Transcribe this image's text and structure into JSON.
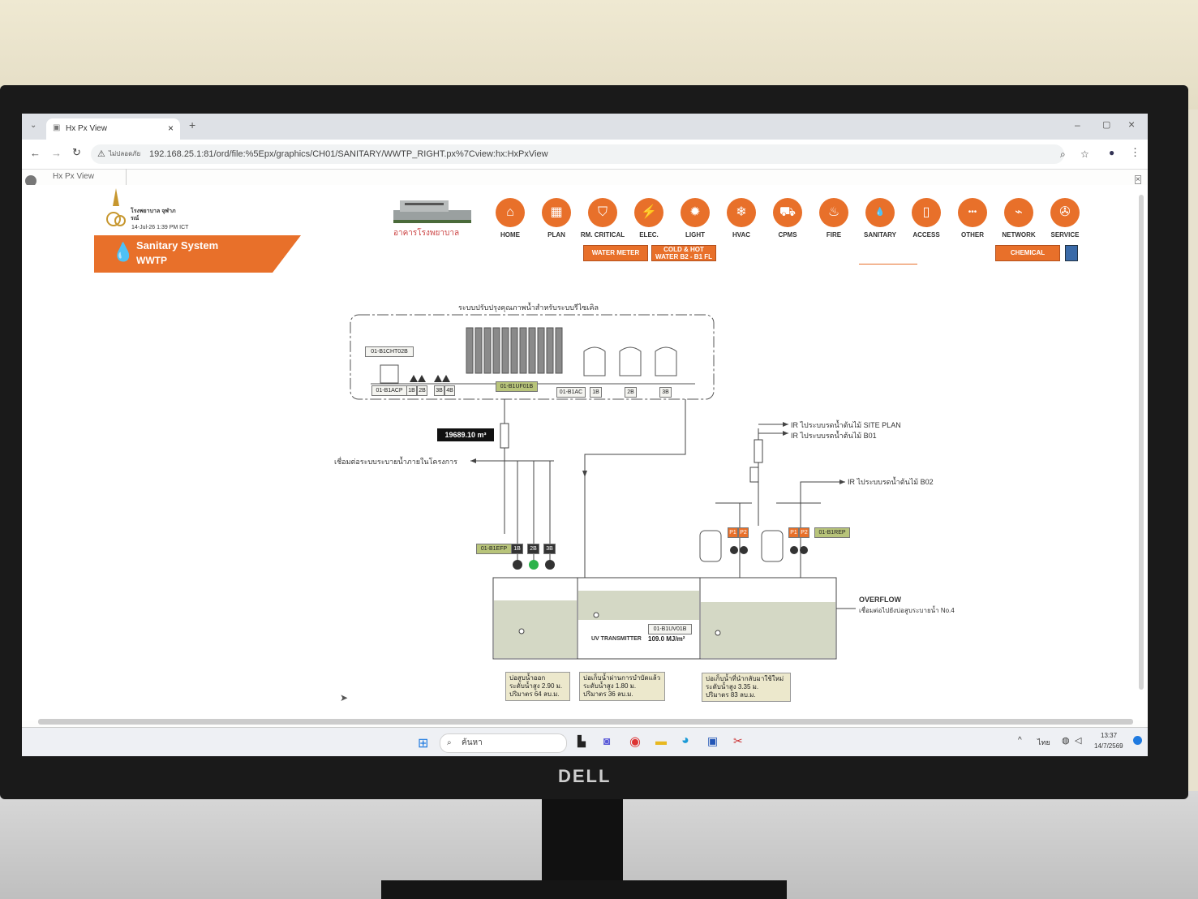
{
  "browser": {
    "tab_title": "Hx Px View",
    "insecure_label": "ไม่ปลอดภัย",
    "url": "192.168.25.1:81/ord/file:%5Epx/graphics/CH01/SANITARY/WWTP_RIGHT.px%7Cview:hx:HxPxView",
    "page_tab": "Hx Px View"
  },
  "header": {
    "hospital_name": "โรงพยาบาล จุฬาภรณ์",
    "datetime": "14-Jul-26 1:39 PM ICT",
    "building_label": "อาคารโรงพยาบาล",
    "system_title": "Sanitary System",
    "system_subtitle": "WWTP"
  },
  "nav": [
    {
      "label": "HOME",
      "icon": "home-icon",
      "glyph": "⌂"
    },
    {
      "label": "PLAN",
      "icon": "plan-icon",
      "glyph": "▦"
    },
    {
      "label": "RM. CRITICAL",
      "icon": "critical-room-icon",
      "glyph": "⛉"
    },
    {
      "label": "ELEC.",
      "icon": "lightning-icon",
      "glyph": "⚡"
    },
    {
      "label": "LIGHT",
      "icon": "lightbulb-icon",
      "glyph": "✹"
    },
    {
      "label": "HVAC",
      "icon": "snowflake-icon",
      "glyph": "❄"
    },
    {
      "label": "CPMS",
      "icon": "parking-icon",
      "glyph": "⛟"
    },
    {
      "label": "FIRE",
      "icon": "fire-icon",
      "glyph": "♨"
    },
    {
      "label": "SANITARY",
      "icon": "water-drop-icon",
      "glyph": "💧"
    },
    {
      "label": "ACCESS",
      "icon": "door-icon",
      "glyph": "▯"
    },
    {
      "label": "OTHER",
      "icon": "more-icon",
      "glyph": "•••"
    },
    {
      "label": "NETWORK",
      "icon": "network-icon",
      "glyph": "⌁"
    },
    {
      "label": "SERVICE",
      "icon": "tools-icon",
      "glyph": "✇"
    }
  ],
  "subnav": {
    "water_meter": "WATER METER",
    "cold_hot_line1": "COLD & HOT",
    "cold_hot_line2": "WATER B2 - B1 FL",
    "chemical": "CHEMICAL"
  },
  "diagram": {
    "recycle_title": "ระบบปรับปรุงคุณภาพน้ำสำหรับระบบรีไซเคิล",
    "tag_chemical_tank": "01-B1CHT02B",
    "tag_acp": "01-B1ACP",
    "tag_acp_1b": "1B",
    "tag_acp_2b": "2B",
    "tag_acp_3b": "3B",
    "tag_acp_4b": "4B",
    "tag_uf": "01-B1UF01B",
    "tag_ac": "01-B1AC",
    "tag_ac_1b": "1B",
    "tag_ac_2b": "2B",
    "tag_ac_3b": "3B",
    "flow_total": "19689.10 m³",
    "drain_connect": "เชื่อมต่อระบบระบายน้ำภายในโครงการ",
    "ir_site_plan": "IR ไประบบรดน้ำต้นไม้ SITE PLAN",
    "ir_b01": "IR ไประบบรดน้ำต้นไม้ B01",
    "ir_b02": "IR ไประบบรดน้ำต้นไม้ B02",
    "tag_efp": "01-B1EFP",
    "efp_1b": "1B",
    "efp_2b": "2B",
    "efp_3b": "3B",
    "p1": "P1",
    "p2": "P2",
    "p1b": "P1",
    "p2b": "P2",
    "tag_rep": "01-B1REP",
    "overflow": "OVERFLOW",
    "overflow_desc": "เชื่อมต่อไปยังบ่อสูบระบายน้ำ No.4",
    "tag_uv": "01-B1UV01B",
    "uv_label": "UV TRANSMITTER",
    "uv_value": "109.0 MJ/m²",
    "note1_l1": "บ่อสูบน้ำออก",
    "note1_l2": "ระดับน้ำสูง 2.90 ม.",
    "note1_l3": "ปริมาตร 64 ลบ.ม.",
    "note2_l1": "บ่อเก็บน้ำผ่านการบำบัดแล้ว",
    "note2_l2": "ระดับน้ำสูง 1.80 ม.",
    "note2_l3": "ปริมาตร 36 ลบ.ม.",
    "note3_l1": "บ่อเก็บน้ำที่นำกลับมาใช้ใหม่",
    "note3_l2": "ระดับน้ำสูง 3.35 ม.",
    "note3_l3": "ปริมาตร 83 ลบ.ม."
  },
  "taskbar": {
    "search_placeholder": "ค้นหา",
    "lang": "ไทย",
    "time": "13:37",
    "date": "14/7/2569"
  },
  "monitor": {
    "brand": "DELL"
  },
  "colors": {
    "accent": "#e8702a",
    "tank_water": "#cfd4c0",
    "tag_green": "#b8c47a"
  }
}
